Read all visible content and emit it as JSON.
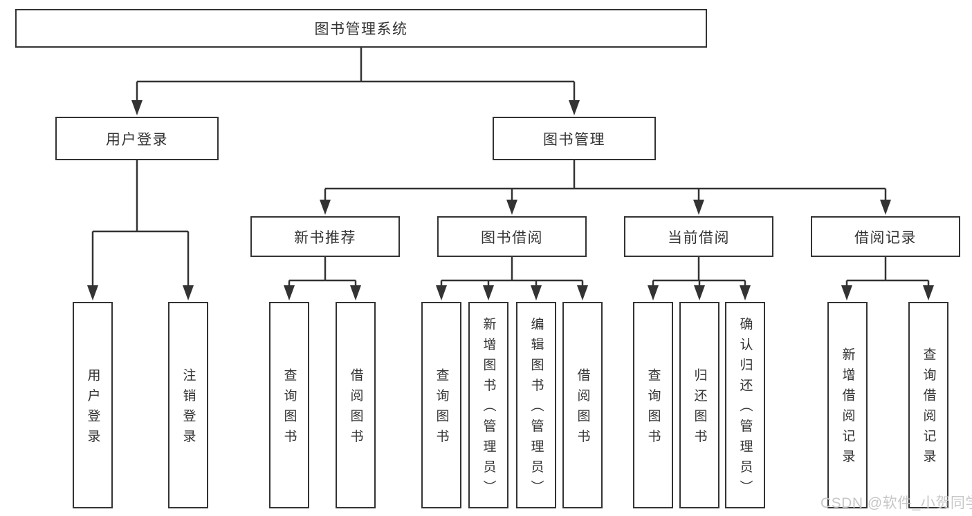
{
  "nodes": {
    "root": {
      "label": "图书管理系统"
    },
    "user_login": {
      "label": "用户登录",
      "children": [
        {
          "label": "用户登录"
        },
        {
          "label": "注销登录"
        }
      ]
    },
    "book_management": {
      "label": "图书管理"
    },
    "new_book_recommend": {
      "label": "新书推荐",
      "children": [
        {
          "label": "查询图书"
        },
        {
          "label": "借阅图书"
        }
      ]
    },
    "book_borrow": {
      "label": "图书借阅",
      "children": [
        {
          "label": "查询图书"
        },
        {
          "label": "新增图书（管理员）"
        },
        {
          "label": "编辑图书（管理员）"
        },
        {
          "label": "借阅图书"
        }
      ]
    },
    "current_borrow": {
      "label": "当前借阅",
      "children": [
        {
          "label": "查询图书"
        },
        {
          "label": "归还图书"
        },
        {
          "label": "确认归还（管理员）"
        }
      ]
    },
    "borrow_record": {
      "label": "借阅记录",
      "children": [
        {
          "label": "新增借阅记录"
        },
        {
          "label": "查询借阅记录"
        }
      ]
    }
  },
  "watermark": {
    "text": "CSDN @软件_小贺同学"
  },
  "colors": {
    "line": "#333333",
    "text": "#333333",
    "box_background": "#ffffff",
    "watermark": "#c7c7c7",
    "background": "#ffffff"
  }
}
